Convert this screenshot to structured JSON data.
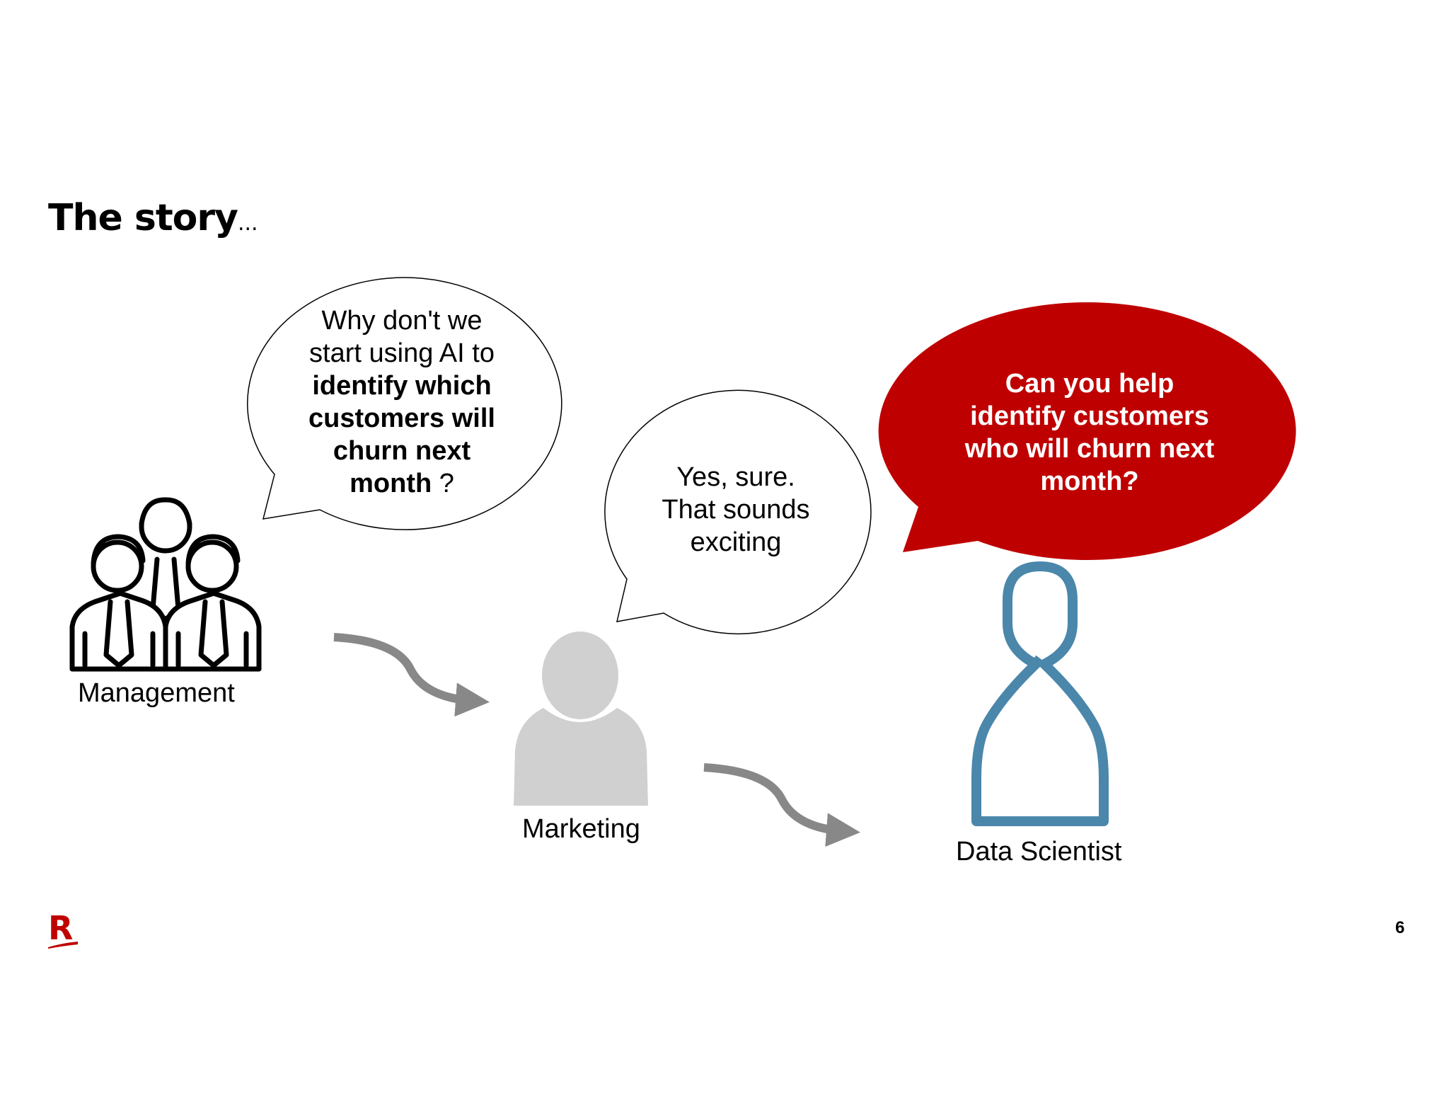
{
  "title": {
    "main": "The story",
    "suffix": "..."
  },
  "bubbles": {
    "management": {
      "line1": "Why don't we",
      "line2": "start using AI to",
      "line3": "identify which",
      "line4": "customers will",
      "line5": "churn next",
      "line6_bold": "month",
      "line6_rest": " ?"
    },
    "marketing": {
      "line1": "Yes, sure.",
      "line2": "That sounds",
      "line3": "exciting"
    },
    "data_scientist": {
      "line1": "Can you help",
      "line2": "identify customers",
      "line3": "who will churn next",
      "line4": "month?"
    }
  },
  "roles": {
    "management": "Management",
    "marketing": "Marketing",
    "data_scientist": "Data Scientist"
  },
  "footer": {
    "logo": "R",
    "page_number": "6"
  },
  "colors": {
    "accent_red": "#bf0000",
    "arrow_gray": "#888888",
    "person_gray": "#d0d0d0",
    "scientist_blue": "#4a87aa"
  },
  "icons": {
    "management": "group-of-people-icon",
    "marketing": "person-silhouette-icon",
    "data_scientist": "person-outline-icon"
  }
}
